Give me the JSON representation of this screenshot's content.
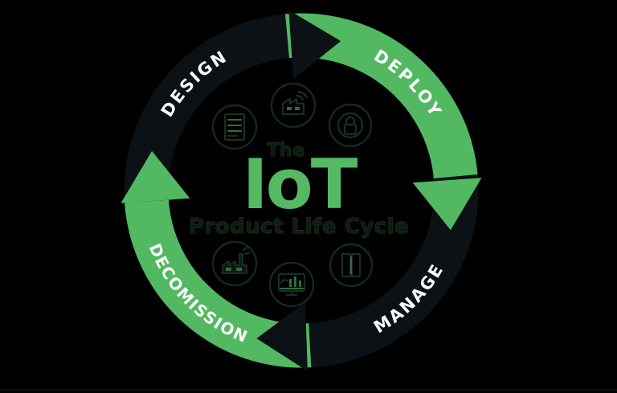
{
  "diagram_title": {
    "prefix": "The",
    "acronym": "IoT",
    "subtitle": "Product Life Cycle"
  },
  "stages": [
    {
      "label": "DESIGN",
      "color": "#0c1115"
    },
    {
      "label": "DEPLOY",
      "color": "#52b962"
    },
    {
      "label": "MANAGE",
      "color": "#0c1115"
    },
    {
      "label": "DECOMISSION",
      "color": "#52b962"
    }
  ],
  "colors": {
    "background": "#000000",
    "label_text": "#fafafa",
    "accent_green": "#55b963",
    "ink": "#101b13"
  },
  "icons": [
    "spec-document-icon",
    "smart-factory-icon",
    "security-lock-icon",
    "factory-icon",
    "monitoring-dashboard-icon",
    "server-racks-icon"
  ]
}
